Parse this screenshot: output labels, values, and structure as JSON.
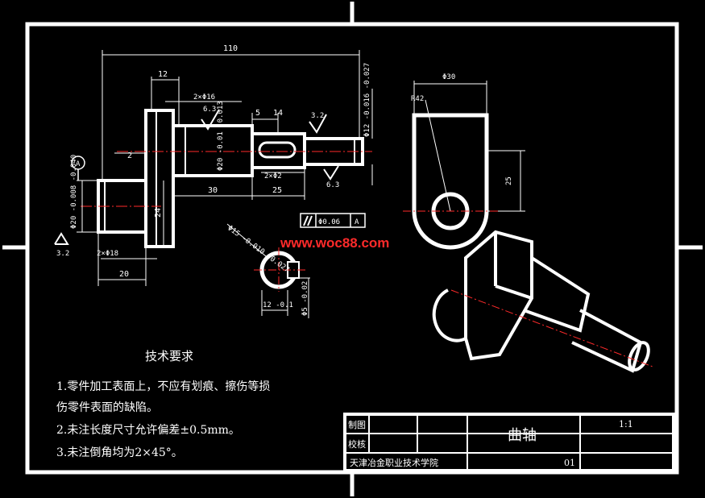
{
  "dimensions": {
    "overall_length": "110",
    "d12": "12",
    "chamfer_d16": "2×Φ16",
    "rough_63_a": "6.3",
    "d5": "5",
    "d14": "14",
    "rough_32_a": "3.2",
    "shaft_d12_tol": "Φ12 -0.016 -0.027",
    "shaft_d20_tol": "Φ20 -0.01 -0.013",
    "chamfer_2": "2",
    "chamfer_2xd2": "2×Φ2",
    "rough_63_b": "6.3",
    "d30": "30",
    "d25": "25",
    "d24": "24",
    "end_d20_tol": "Φ20 -0.008 -0.040",
    "chamfer_d18": "2×Φ18",
    "d20": "20",
    "rough_32_b": "3.2",
    "datum_a": "A",
    "section_d15": "Φ15 -0.010 -0.027",
    "section_12": "12 -0.1",
    "section_5": "Φ5 -0.02",
    "gdt_tol": "Φ0.06",
    "gdt_datum": "A",
    "side_d30": "Φ30",
    "side_r42": "R42",
    "side_25": "25"
  },
  "watermark": "www.woc88.com",
  "notes": {
    "title": "技术要求",
    "line1": "1.零件加工表面上，不应有划痕、擦伤等损",
    "line2": "伤零件表面的缺陷。",
    "line3": "2.未注长度尺寸允许偏差±0.5mm。",
    "line4": "3.未注倒角均为2×45°。"
  },
  "title_block": {
    "drawn": "制图",
    "checked": "校核",
    "part_name": "曲轴",
    "scale": "1:1",
    "school": "天津冶金职业技术学院",
    "number": "01"
  }
}
